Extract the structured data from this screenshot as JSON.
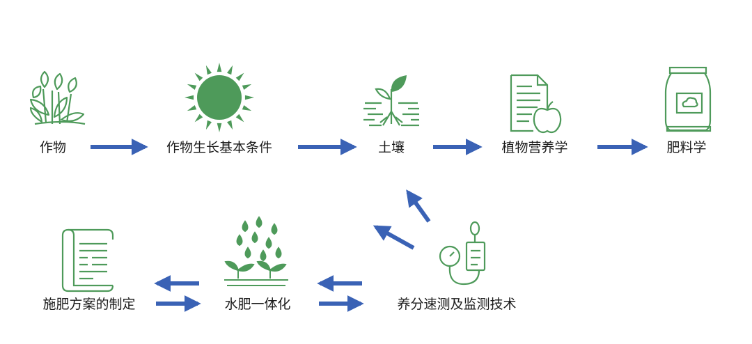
{
  "nodes": [
    {
      "id": "crop",
      "label": "作物",
      "icon": "crop-plant-icon"
    },
    {
      "id": "growth",
      "label": "作物生长基本条件",
      "icon": "sun-icon"
    },
    {
      "id": "soil",
      "label": "土壤",
      "icon": "sprout-soil-icon"
    },
    {
      "id": "nutrition",
      "label": "植物营养学",
      "icon": "document-apple-icon"
    },
    {
      "id": "fertilizer",
      "label": "肥料学",
      "icon": "fertilizer-bag-icon"
    },
    {
      "id": "plan",
      "label": "施肥方案的制定",
      "icon": "scroll-plan-icon"
    },
    {
      "id": "fertigation",
      "label": "水肥一体化",
      "icon": "rain-seedling-icon"
    },
    {
      "id": "testing",
      "label": "养分速测及监测技术",
      "icon": "meter-device-icon"
    }
  ],
  "colors": {
    "icon_green": "#4e9a5a",
    "arrow_blue": "#3a62b5",
    "text": "#1a1a1a"
  }
}
